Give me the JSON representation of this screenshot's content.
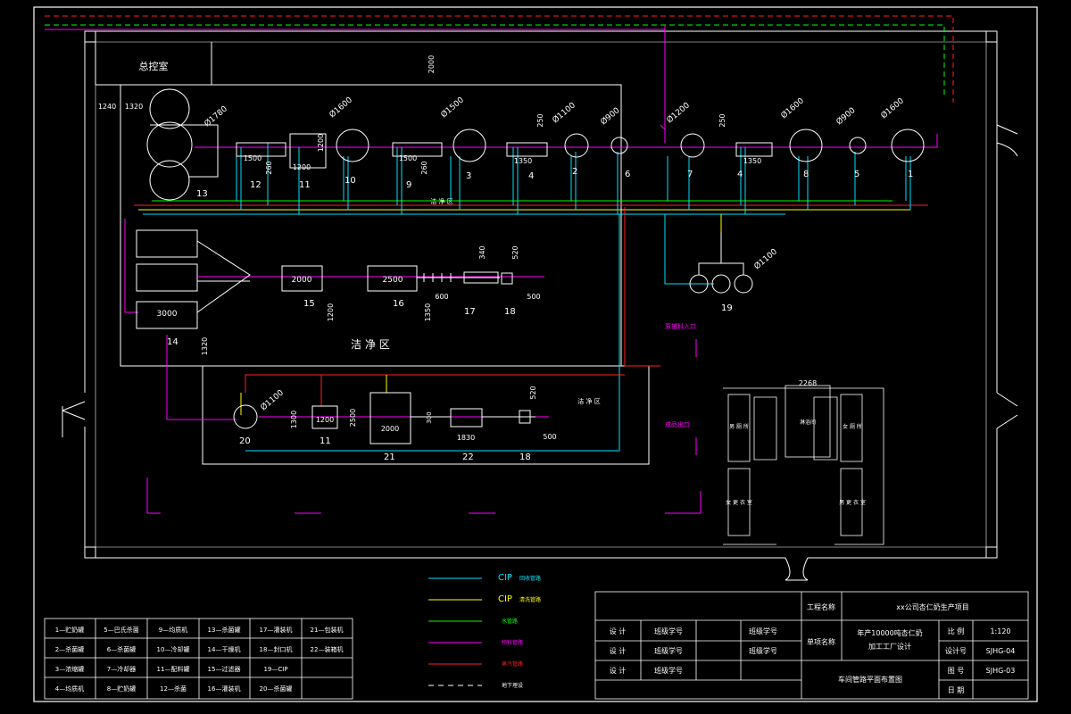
{
  "rooms": {
    "control": "总控室",
    "clean1": "洁 净 区",
    "clean2": "洁 净 区",
    "clean3": "洁 净 区",
    "male_wash": "男 厕 所",
    "female_wash": "女 厕 所",
    "shower": "淋浴间",
    "female_change": "女 更 衣 室",
    "male_change": "男 更 衣 室"
  },
  "dims": {
    "d2000_top": "2000",
    "d1240": "1240",
    "d1320": "1320",
    "d1320b": "1320",
    "d1500a": "1500",
    "d1500b": "1500",
    "d260a": "260",
    "d260b": "260",
    "d1200a": "1200",
    "d1200b": "1200",
    "d1350a": "1350",
    "d1350b": "1350",
    "d250a": "250",
    "d250b": "250",
    "d2000a": "2000",
    "d2500": "2500",
    "d340": "340",
    "d520a": "520",
    "d520b": "520",
    "d500a": "500",
    "d500b": "500",
    "d600": "600",
    "d1200c": "1200",
    "d1350c": "1350",
    "d3000": "3000",
    "d2268": "2268",
    "d1300": "1300",
    "d1200d": "1200",
    "d2500b": "2500",
    "d2000b": "2000",
    "d1830": "1830",
    "d300": "300"
  },
  "diam": {
    "t13": "Ø1780",
    "t10": "Ø1600",
    "t3": "Ø1500",
    "t2": "Ø1100",
    "t6": "Ø900",
    "t7": "Ø1200",
    "t8": "Ø1600",
    "t9": "Ø900",
    "t1": "Ø1600",
    "t19": "Ø1100",
    "t20": "Ø1100"
  },
  "tags": {
    "n13": "13",
    "n12": "12",
    "n11": "11",
    "n10": "10",
    "n9": "9",
    "n3": "3",
    "n4a": "4",
    "n2": "2",
    "n6": "6",
    "n7": "7",
    "n4b": "4",
    "n8": "8",
    "n5": "5",
    "n1": "1",
    "n15": "15",
    "n16": "16",
    "n17": "17",
    "n18": "18",
    "n14": "14",
    "n19": "19",
    "n20": "20",
    "n11b": "11",
    "n21": "21",
    "n22": "22",
    "n18b": "18"
  },
  "side_labels": {
    "main_in": "原辅料入口",
    "pack_out": "成品出口"
  },
  "legend": [
    {
      "code": "CIP",
      "text": "回收管路",
      "color": "#00e5ff"
    },
    {
      "code": "CIP",
      "text": "清洗管路",
      "color": "#ffff00"
    },
    {
      "code": "",
      "text": "水管路",
      "color": "#00ff00"
    },
    {
      "code": "",
      "text": "物料管路",
      "color": "#ff00ff"
    },
    {
      "code": "",
      "text": "蒸汽管路",
      "color": "#ff2020"
    },
    {
      "code": "",
      "text": "地下埋设",
      "color": "#ffffff"
    }
  ],
  "index_table": [
    [
      "1—贮奶罐",
      "5—巴氏杀菌",
      "9—均质机",
      "13—杀菌罐",
      "17—灌装机",
      "21—包装机"
    ],
    [
      "2—杀菌罐",
      "6—杀菌罐",
      "10—冷却罐",
      "14—干燥机",
      "18—封口机",
      "22—装箱机"
    ],
    [
      "3—浓缩罐",
      "7—冷却器",
      "11—配料罐",
      "15—过滤器",
      "19—CIP",
      ""
    ],
    [
      "4—均质机",
      "8—贮奶罐",
      "12—杀菌",
      "16—灌装机",
      "20—杀菌罐",
      ""
    ]
  ],
  "title_block": {
    "project_label": "工程名称",
    "project_value": "xx公司杏仁奶生产项目",
    "design1": "设 计",
    "design2": "设 计",
    "design3": "设 计",
    "student1": "班级学号",
    "student2": "班级学号",
    "student3": "班级学号",
    "student4": "班级学号",
    "student5": "班级学号",
    "item_label": "单项名称",
    "item_value1": "年产10000吨杏仁奶",
    "item_value2": "加工工厂设计",
    "scale_label": "比 例",
    "scale_value": "1:120",
    "code_label": "设计号",
    "code_value": "SJHG-04",
    "drawing_label": "图 号",
    "drawing_value": "SJHG-03",
    "date_label": "日 期",
    "drawing_title": "车间管路平面布置图"
  },
  "colors": {
    "wall": "#ffffff",
    "cyan": "#00e5ff",
    "yellow": "#ffff00",
    "green": "#00ff00",
    "magenta": "#ff00ff",
    "red": "#ff2020"
  }
}
